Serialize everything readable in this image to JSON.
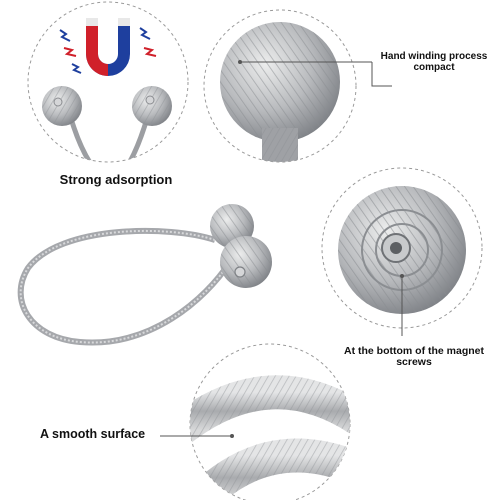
{
  "labels": {
    "strong_adsorption": "Strong adsorption",
    "hand_winding_line1": "Hand winding process",
    "hand_winding_line2": "compact",
    "magnet_screws_line1": "At the bottom of the magnet",
    "magnet_screws_line2": "screws",
    "smooth_surface": "A smooth surface"
  },
  "colors": {
    "magnet_red": "#d0202a",
    "magnet_blue": "#1e3f9e",
    "rope_silver": "#b7b9bc",
    "rope_dark": "#7d8085",
    "leader_line": "#555555",
    "dashed_circle": "#9a9a9a"
  },
  "icons": {
    "magnet": "u-magnet-icon",
    "field_lines": "lightning-zigzag-icon"
  }
}
